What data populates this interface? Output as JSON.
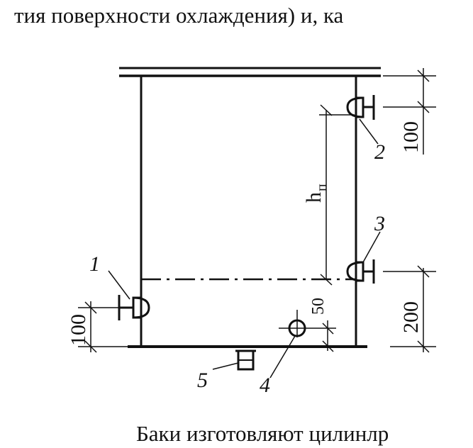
{
  "text": {
    "top_line": "тия поверхности охлаждения) и, ка",
    "bottom_line": "Баки изготовляют цилинлр"
  },
  "figure": {
    "dimension_labels": {
      "top_right": "100",
      "bottom_right": "200",
      "left_bottom": "100",
      "small_gap": "50",
      "level_height": "h",
      "level_height_sub": "п"
    },
    "callouts": [
      "1",
      "2",
      "3",
      "4",
      "5"
    ]
  }
}
